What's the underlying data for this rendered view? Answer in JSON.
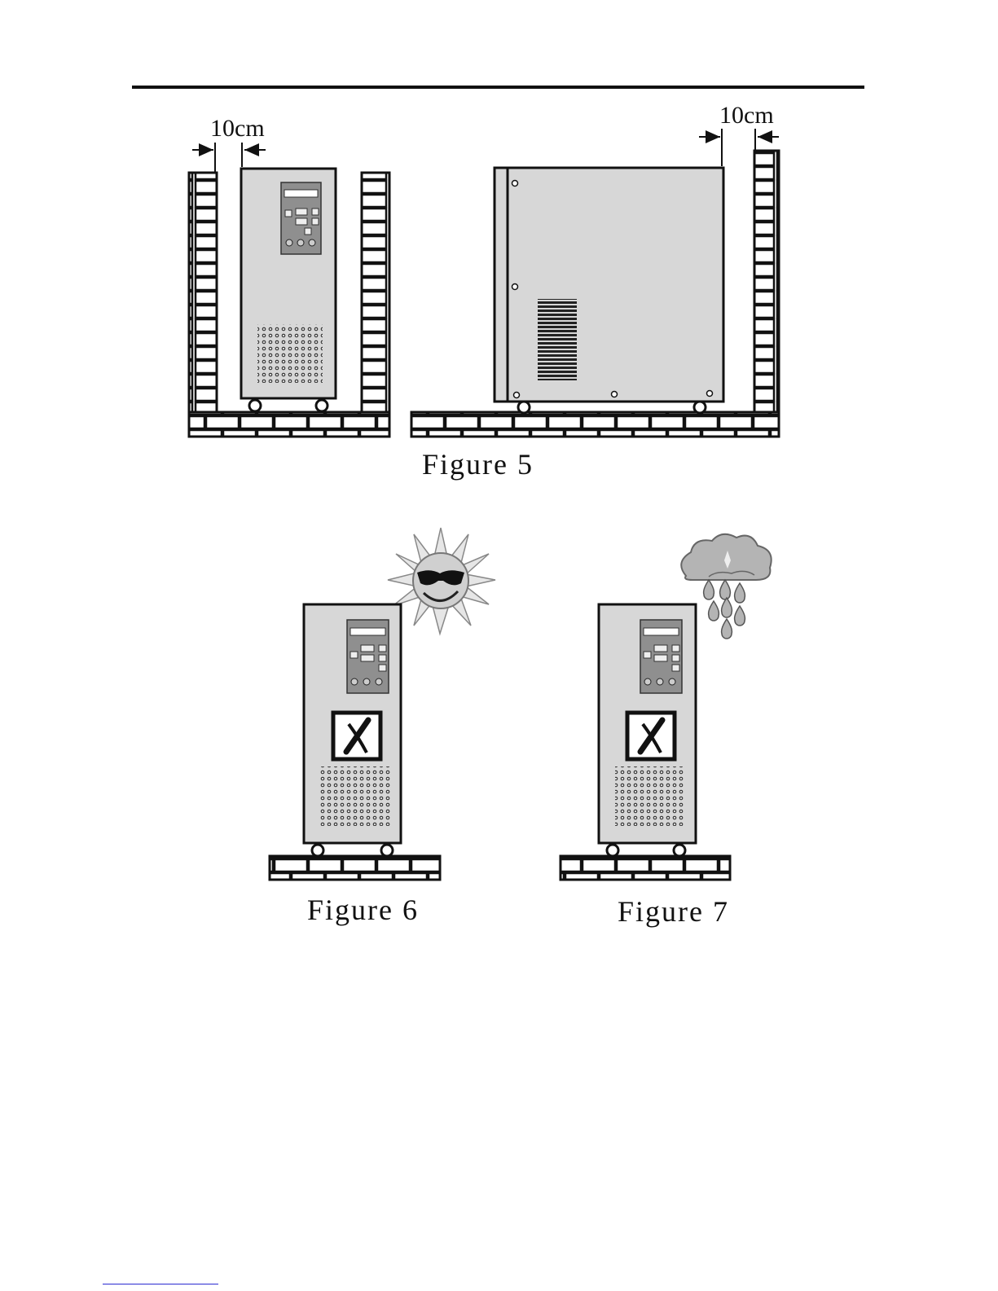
{
  "figure5": {
    "caption": "Figure 5",
    "clearance_front": "10cm",
    "clearance_side": "10cm"
  },
  "figure6": {
    "caption": "Figure 6"
  },
  "figure7": {
    "caption": "Figure 7"
  },
  "icons": {
    "prohibited": "x-mark-icon",
    "sun": "sun-icon",
    "rain": "rain-cloud-icon"
  }
}
